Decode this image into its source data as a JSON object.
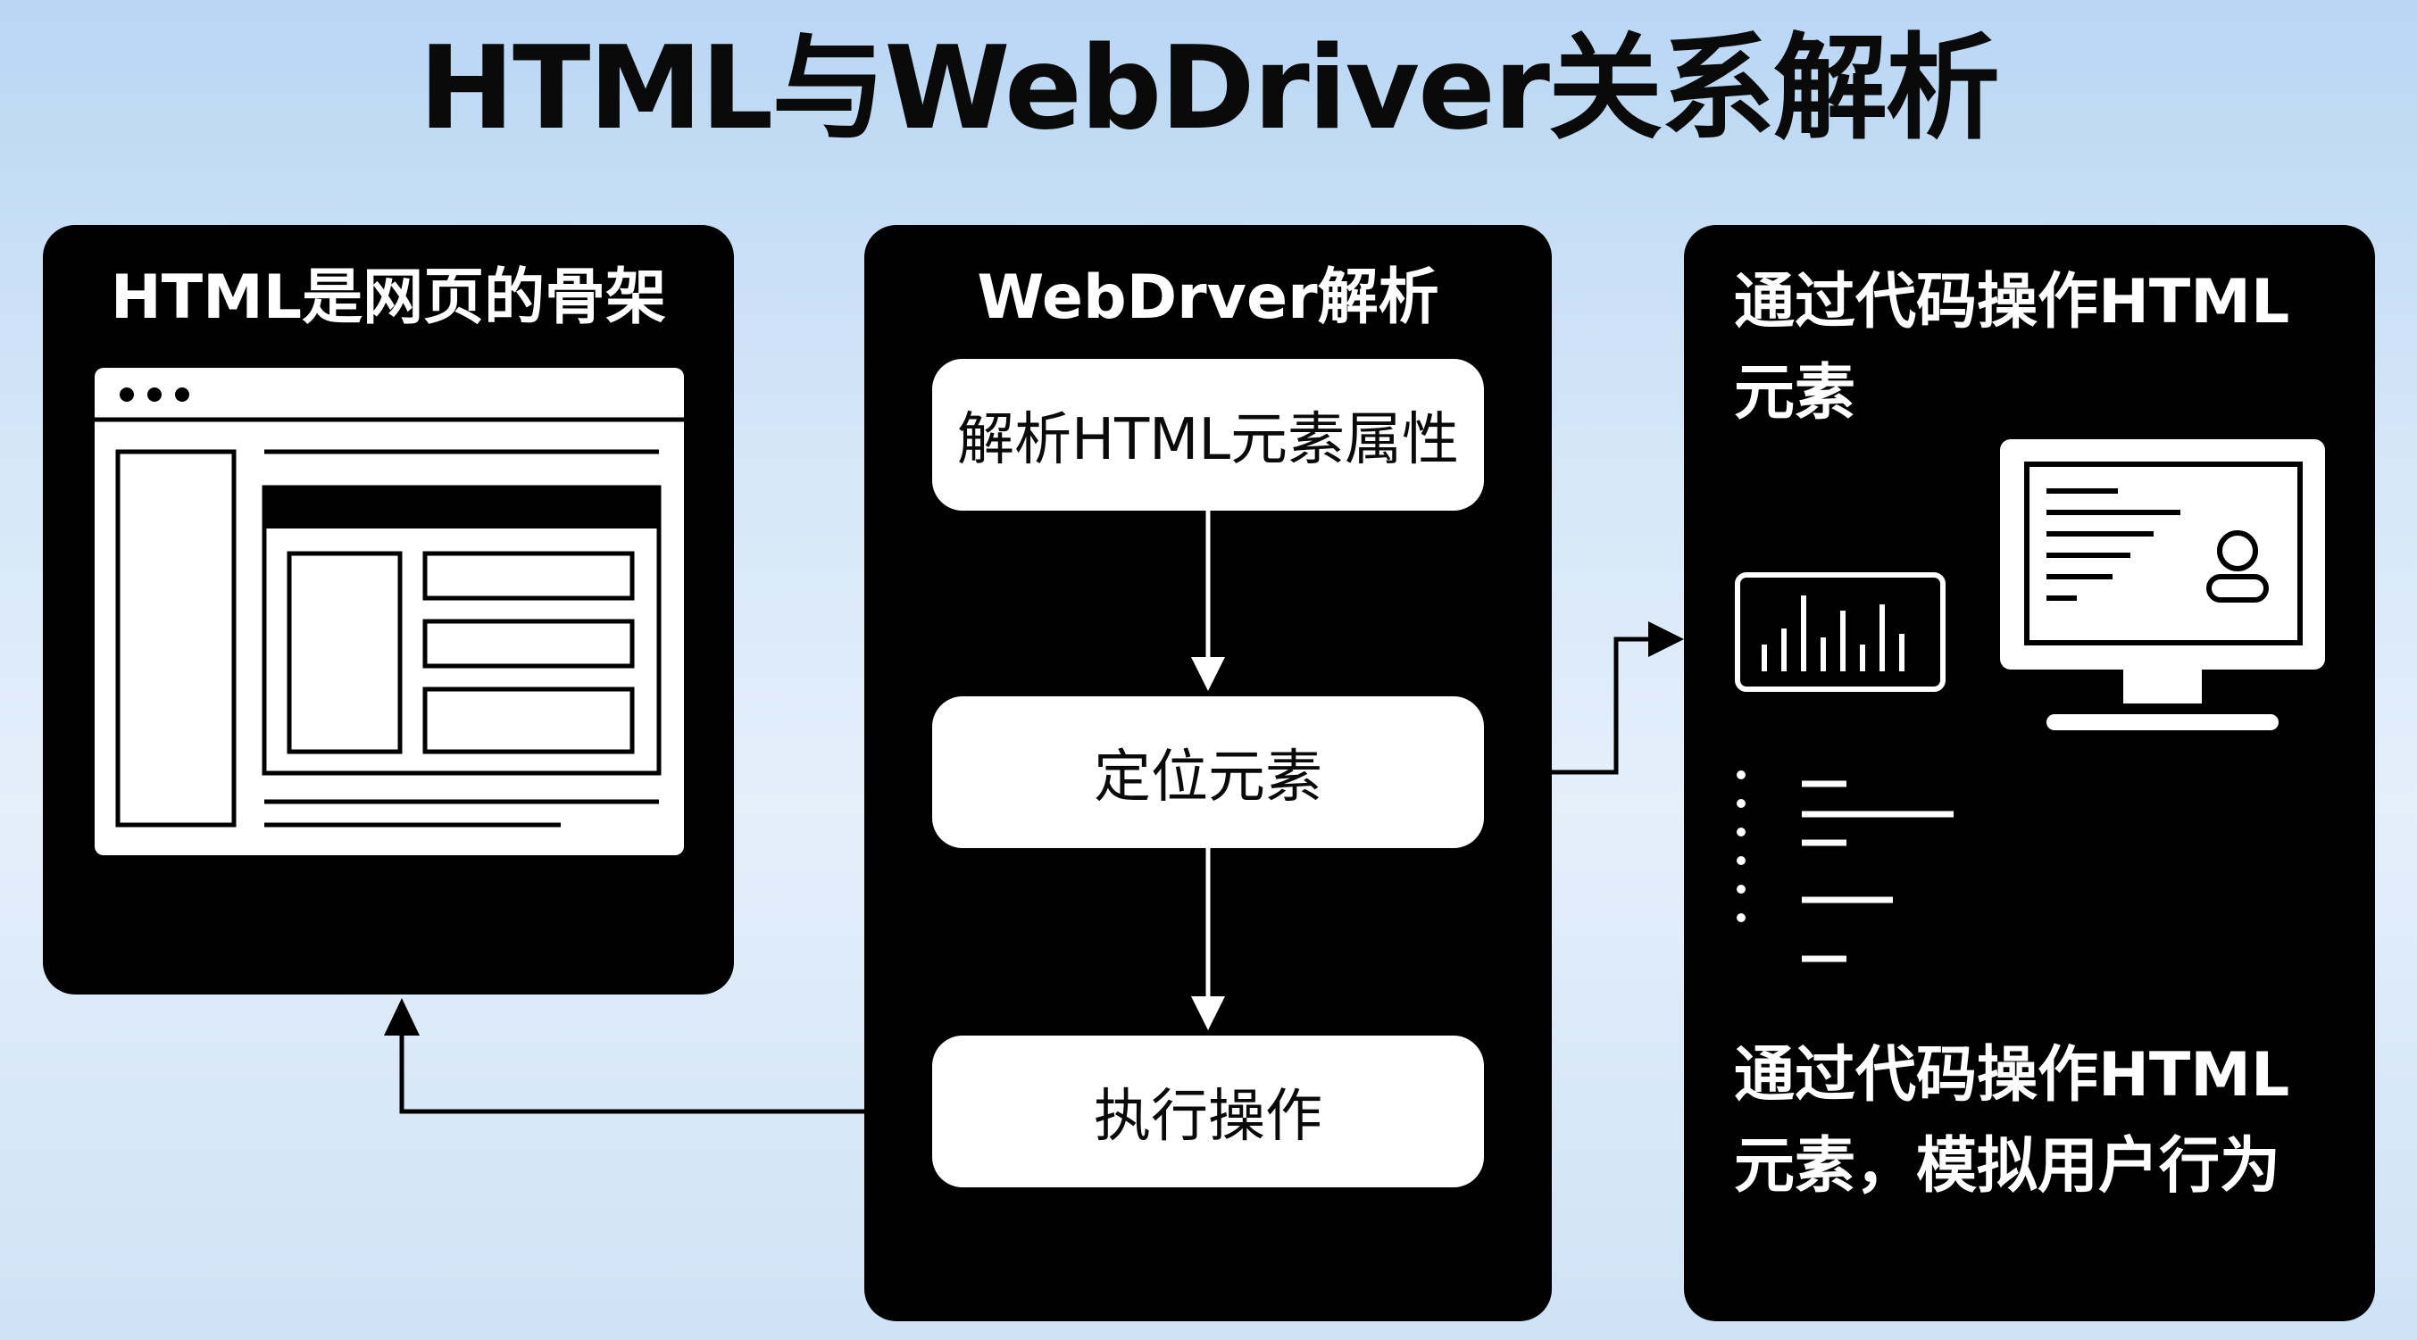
{
  "title": "HTML与WebDriver关系解析",
  "panels": {
    "left": {
      "heading": "HTML是网页的骨架",
      "illustration": "browser-window-wireframe-icon"
    },
    "middle": {
      "heading": "WebDrver解析",
      "steps": [
        {
          "label": "解析HTML元素属性"
        },
        {
          "label": "定位元素"
        },
        {
          "label": "执行操作"
        }
      ]
    },
    "right": {
      "heading": "通过代码操作HTML元素",
      "illustrations": [
        "bar-chart-icon",
        "computer-monitor-icon",
        "list-lines-icon"
      ],
      "description": "通过代码操作HTML元素，模拟用户行为"
    }
  },
  "colors": {
    "panel_background": "#000000",
    "step_background": "#ffffff",
    "page_background_top": "#b9d6f3",
    "page_background_bottom": "#cfe2f6",
    "connector": "#000000"
  }
}
